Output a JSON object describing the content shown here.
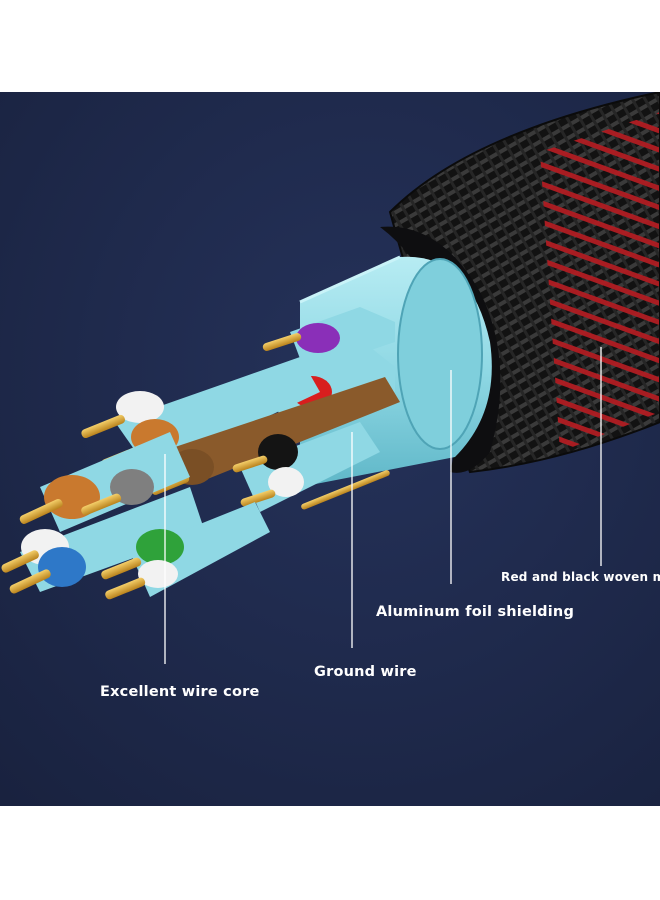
{
  "image": {
    "background_color": "#ffffff",
    "panel_color": "#1f2a4a",
    "subject": "cable-cross-section"
  },
  "labels": {
    "woven_mesh": "Red and black woven mesh",
    "foil_shielding": "Aluminum foil shielding",
    "ground_wire": "Ground wire",
    "wire_core": "Excellent wire core"
  },
  "colors": {
    "mesh_red": "#b01c22",
    "mesh_black": "#1a1a1a",
    "foil": "#8fd8e4",
    "copper": "#d9a12a",
    "core_purple": "#8a2fb8",
    "core_red": "#d81e1e",
    "core_brown": "#8a5a2b",
    "core_orange": "#c9792e",
    "core_black": "#141414",
    "core_gray": "#7f7f7f",
    "core_blue": "#2e78c8",
    "core_green": "#2fa23a",
    "core_white": "#f2f2f2"
  }
}
